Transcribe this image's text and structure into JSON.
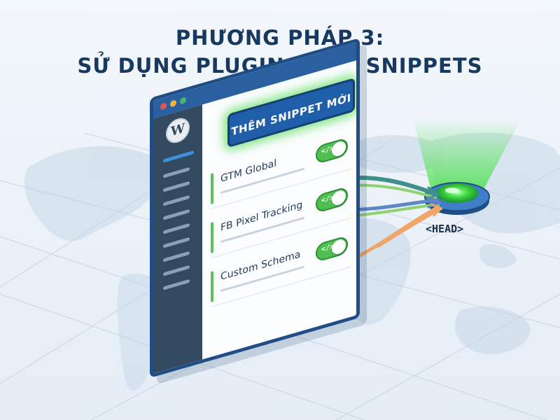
{
  "title": {
    "line1": "PHƯƠNG PHÁP 3:",
    "line2": "SỬ DỤNG PLUGIN CODE SNIPPETS"
  },
  "window": {
    "logo_text": "W",
    "add_button_label": "THÊM SNIPPET MỚI",
    "toggle_icon": "</>",
    "snippets": [
      {
        "label": "GTM Global",
        "enabled": true
      },
      {
        "label": "FB Pixel Tracking",
        "enabled": true
      },
      {
        "label": "Custom Schema",
        "enabled": true
      }
    ]
  },
  "target": {
    "label": "<HEAD>"
  },
  "icons": {
    "logo": "wordpress-logo-icon",
    "toggle": "code-brackets-icon",
    "target": "glowing-node-icon"
  },
  "colors": {
    "title": "#17385f",
    "panel_border": "#1f4d86",
    "button": "#1f5ea8",
    "toggle_on": "#4fbf4f",
    "glow": "#4be04b",
    "arrow_green": "#8fd16f",
    "arrow_teal": "#3f8f8a",
    "arrow_orange": "#f0a56b",
    "arrow_blue": "#5f86c6"
  }
}
